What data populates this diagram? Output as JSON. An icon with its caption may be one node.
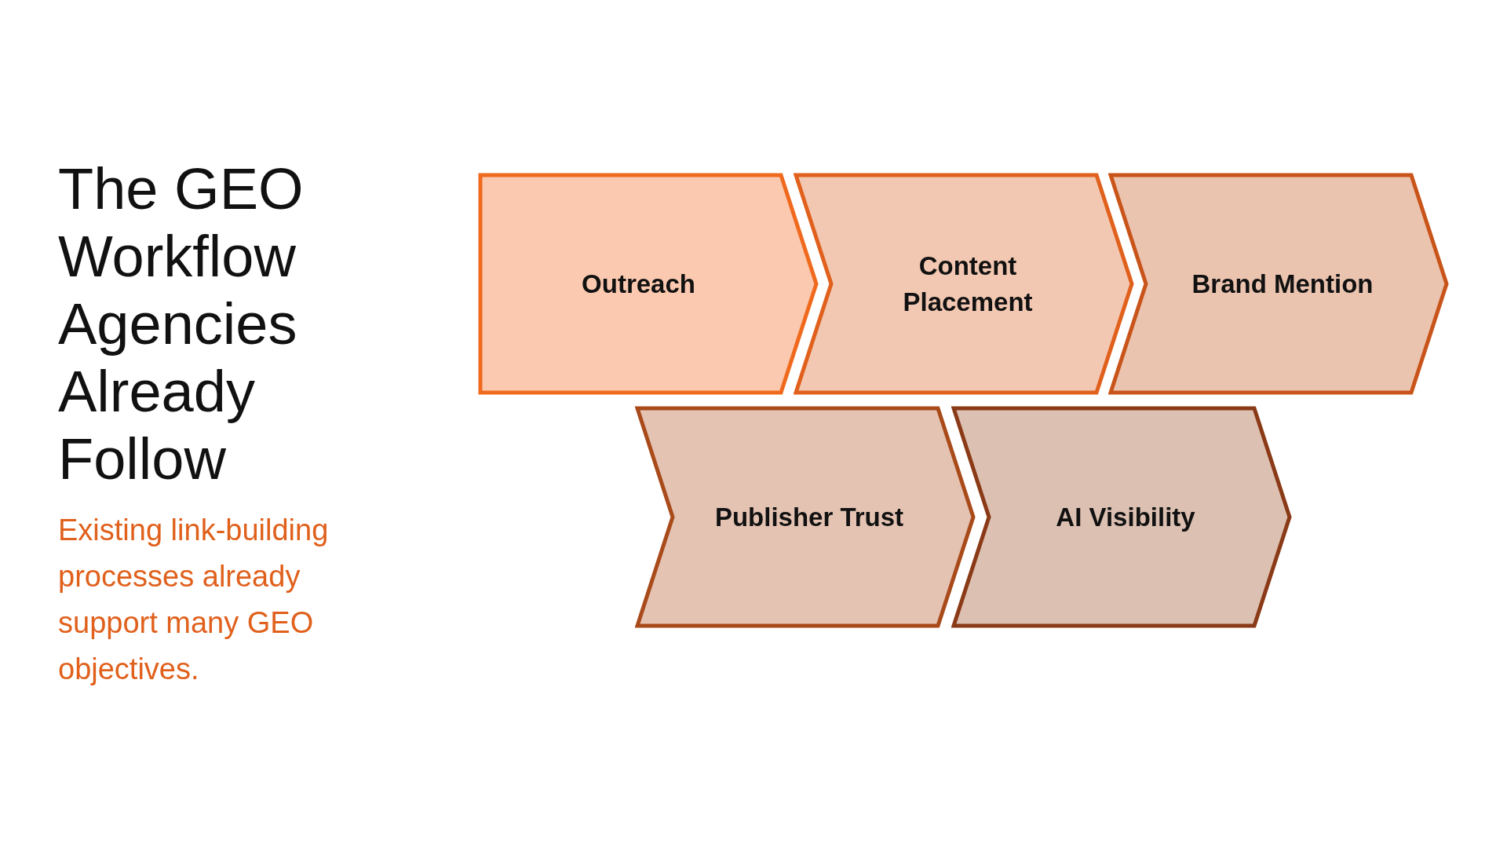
{
  "diagram": {
    "title": "The GEO Workflow Agencies Already Follow",
    "caption": "Existing link-building processes already support many GEO objectives.",
    "nodes": [
      {
        "text": [
          "Outreach"
        ]
      },
      {
        "text": [
          "Content Placement"
        ]
      },
      {
        "text": [
          "Brand Mention"
        ]
      },
      {
        "text": [
          "Publisher Trust"
        ]
      },
      {
        "text": [
          "AI Visibility"
        ]
      }
    ]
  }
}
